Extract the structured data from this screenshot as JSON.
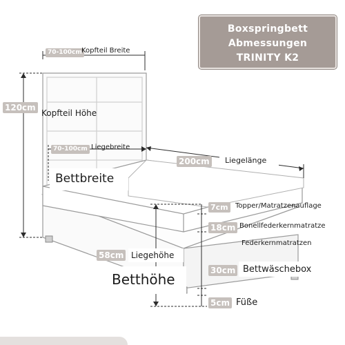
{
  "title_box": {
    "line1": "Boxspringbett",
    "line2": "Abmessungen",
    "line3": "TRINITY K2"
  },
  "labels": {
    "headboard_width_value": "70-100cm",
    "headboard_width_label": "Kopfteil Breite",
    "headboard_height_value": "120cm",
    "headboard_height_label": "Kopfteil Höhe",
    "lying_width_value": "70-100cm",
    "lying_width_label": "Liegebreite",
    "lying_length_value": "200cm",
    "lying_length_label": "Liegelänge",
    "bed_width_label": "Bettbreite",
    "topper_value": "7cm",
    "topper_label": "Topper/Matratzenauflage",
    "mattress_value": "18cm",
    "mattress_label": "Bonellfederkernmatratze",
    "mattress_label2": "Federkernmatratzen",
    "lying_height_value": "58cm",
    "lying_height_label": "Liegehöhe",
    "bed_height_label": "Betthöhe",
    "box_value": "30cm",
    "box_label": "Bettwäschebox",
    "feet_value": "5cm",
    "feet_label": "Füße"
  },
  "colors": {
    "title_bg": "#a59b96",
    "tag_bg": "#c6c0bc",
    "line": "#2b2b2b",
    "bed_outline": "#9a9a9a"
  }
}
